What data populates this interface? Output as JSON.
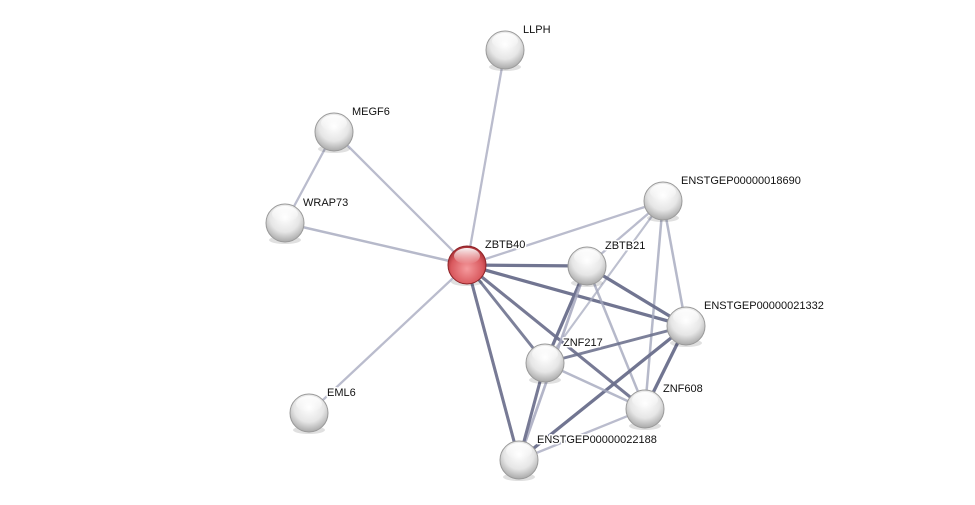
{
  "colors": {
    "query_node": "#d9595e",
    "node": "#e4e4e4",
    "edge_strong": "#6b6f8c",
    "edge_weak": "#a4a7bd"
  },
  "nodes": [
    {
      "id": "LLPH",
      "label": "LLPH",
      "query": false
    },
    {
      "id": "MEGF6",
      "label": "MEGF6",
      "query": false
    },
    {
      "id": "WRAP73",
      "label": "WRAP73",
      "query": false
    },
    {
      "id": "ZBTB40",
      "label": "ZBTB40",
      "query": true
    },
    {
      "id": "EML6",
      "label": "EML6",
      "query": false
    },
    {
      "id": "E18690",
      "label": "ENSTGEP00000018690",
      "query": false
    },
    {
      "id": "ZBTB21",
      "label": "ZBTB21",
      "query": false
    },
    {
      "id": "E21332",
      "label": "ENSTGEP00000021332",
      "query": false
    },
    {
      "id": "ZNF217",
      "label": "ZNF217",
      "query": false
    },
    {
      "id": "ZNF608",
      "label": "ZNF608",
      "query": false
    },
    {
      "id": "E22188",
      "label": "ENSTGEP00000022188",
      "query": false
    }
  ],
  "edges": [
    {
      "source": "LLPH",
      "target": "ZBTB40",
      "strength": 0.4
    },
    {
      "source": "MEGF6",
      "target": "ZBTB40",
      "strength": 0.4
    },
    {
      "source": "MEGF6",
      "target": "WRAP73",
      "strength": 0.4
    },
    {
      "source": "WRAP73",
      "target": "ZBTB40",
      "strength": 0.5
    },
    {
      "source": "EML6",
      "target": "ZBTB40",
      "strength": 0.4
    },
    {
      "source": "ZBTB40",
      "target": "E18690",
      "strength": 0.4
    },
    {
      "source": "ZBTB40",
      "target": "ZBTB21",
      "strength": 0.9
    },
    {
      "source": "ZBTB40",
      "target": "E21332",
      "strength": 0.9
    },
    {
      "source": "ZBTB40",
      "target": "ZNF217",
      "strength": 0.7
    },
    {
      "source": "ZBTB40",
      "target": "ZNF608",
      "strength": 0.8
    },
    {
      "source": "ZBTB40",
      "target": "E22188",
      "strength": 0.8
    },
    {
      "source": "E18690",
      "target": "ZBTB21",
      "strength": 0.4
    },
    {
      "source": "E18690",
      "target": "ZNF217",
      "strength": 0.3
    },
    {
      "source": "E18690",
      "target": "E21332",
      "strength": 0.5
    },
    {
      "source": "E18690",
      "target": "ZNF608",
      "strength": 0.5
    },
    {
      "source": "ZBTB21",
      "target": "E21332",
      "strength": 0.9
    },
    {
      "source": "ZBTB21",
      "target": "ZNF217",
      "strength": 0.9
    },
    {
      "source": "ZBTB21",
      "target": "ZNF608",
      "strength": 0.5
    },
    {
      "source": "ZBTB21",
      "target": "E22188",
      "strength": 0.6
    },
    {
      "source": "E21332",
      "target": "ZNF217",
      "strength": 0.7
    },
    {
      "source": "E21332",
      "target": "ZNF608",
      "strength": 0.9
    },
    {
      "source": "E21332",
      "target": "E22188",
      "strength": 0.9
    },
    {
      "source": "ZNF217",
      "target": "ZNF608",
      "strength": 0.5
    },
    {
      "source": "ZNF217",
      "target": "E22188",
      "strength": 0.8
    },
    {
      "source": "ZNF608",
      "target": "E22188",
      "strength": 0.4
    }
  ]
}
